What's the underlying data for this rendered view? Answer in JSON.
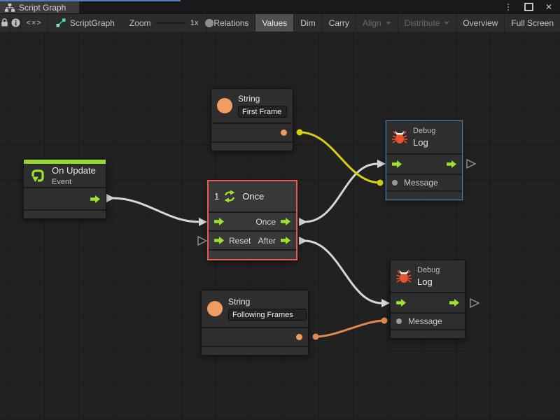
{
  "window": {
    "tab_title": "Script Graph"
  },
  "icons": {
    "menu_glyph": "⋮",
    "close_glyph": "✕",
    "code_glyph": "<×>"
  },
  "toolbar": {
    "graph_name": "ScriptGraph",
    "zoom_label": "Zoom",
    "zoom_value": "1x",
    "buttons": [
      {
        "label": "Relations",
        "state": "normal"
      },
      {
        "label": "Values",
        "state": "active"
      },
      {
        "label": "Dim",
        "state": "normal"
      },
      {
        "label": "Carry",
        "state": "normal"
      },
      {
        "label": "Align",
        "state": "disabled",
        "has_dropdown": true
      },
      {
        "label": "Distribute",
        "state": "disabled",
        "has_dropdown": true
      },
      {
        "label": "Overview",
        "state": "normal"
      },
      {
        "label": "Full Screen",
        "state": "normal"
      }
    ]
  },
  "graph": {
    "nodes": [
      {
        "id": "string-first-frame",
        "title": "String",
        "value": "First Frame"
      },
      {
        "id": "on-update",
        "title": "On Update",
        "subtitle": "Event"
      },
      {
        "id": "once",
        "title": "Once",
        "icon_number": "1",
        "port_out_1": "Once",
        "port_in_2": "Reset",
        "port_out_2": "After",
        "selected": true
      },
      {
        "id": "debug-log-top",
        "subtitle": "Debug",
        "title": "Log",
        "port_message": "Message",
        "highlighted": true
      },
      {
        "id": "debug-log-bottom",
        "subtitle": "Debug",
        "title": "Log",
        "port_message": "Message"
      },
      {
        "id": "string-following-frames",
        "title": "String",
        "value": "Following Frames"
      }
    ],
    "wires": [
      {
        "from": "on-update.out",
        "to": "once.in",
        "type": "flow"
      },
      {
        "from": "once.Once",
        "to": "debug-log-top.in",
        "type": "flow"
      },
      {
        "from": "once.After",
        "to": "debug-log-bottom.in",
        "type": "flow"
      },
      {
        "from": "string-first-frame.out",
        "to": "debug-log-top.Message",
        "type": "value-string"
      },
      {
        "from": "string-following-frames.out",
        "to": "debug-log-bottom.Message",
        "type": "value-object"
      }
    ],
    "colors": {
      "flow_wire": "#d6d6d6",
      "string_wire": "#d6ce14",
      "object_wire": "#dd8a52",
      "port_arrow": "#9ee22e",
      "selection_border": "#e8594f",
      "focus_border": "#4a7ca6",
      "string_icon": "#f09d62",
      "bug_icon": "#e85230",
      "event_bar": "#98d82e",
      "canvas_bg": "#212121"
    }
  }
}
